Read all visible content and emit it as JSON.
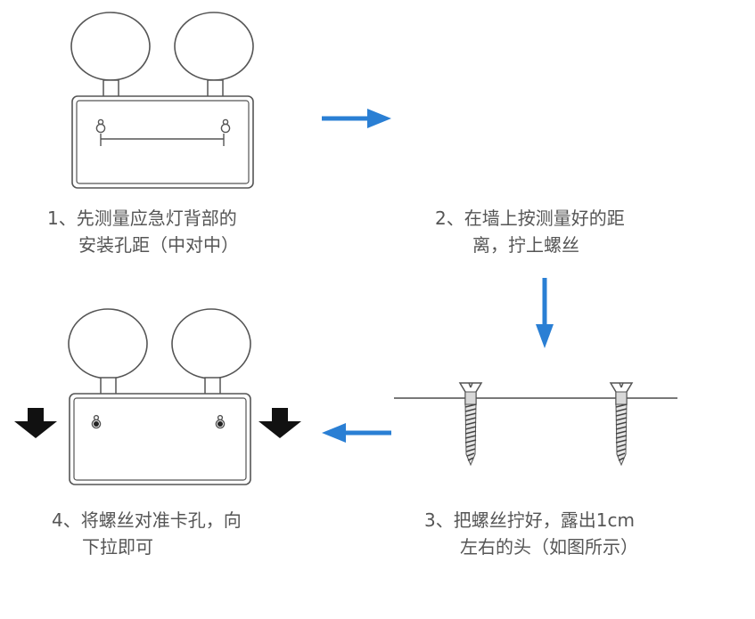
{
  "title": "应急灯安装步骤",
  "colors": {
    "flow_arrow": "#2a7fd4",
    "line_art": "#555555",
    "caption_text": "#555555",
    "pull_arrow": "#111111"
  },
  "steps": [
    {
      "number": "1",
      "line1": "1、先测量应急灯背部的",
      "line2": "安装孔距（中对中）",
      "illustration": "emergency-light-back-measure"
    },
    {
      "number": "2",
      "line1": "2、在墙上按测量好的距",
      "line2": "离，拧上螺丝",
      "illustration": "wall-screws-marked"
    },
    {
      "number": "3",
      "line1": "3、把螺丝拧好，露出1cm",
      "line2": "左右的头（如图所示）",
      "illustration": "screws-in-wall"
    },
    {
      "number": "4",
      "line1": "4、将螺丝对准卡孔，向",
      "line2": "下拉即可",
      "illustration": "emergency-light-hang"
    }
  ],
  "flow_arrows": [
    {
      "from": 1,
      "to": 2,
      "direction": "right"
    },
    {
      "from": 2,
      "to": 3,
      "direction": "down"
    },
    {
      "from": 3,
      "to": 4,
      "direction": "left"
    }
  ]
}
